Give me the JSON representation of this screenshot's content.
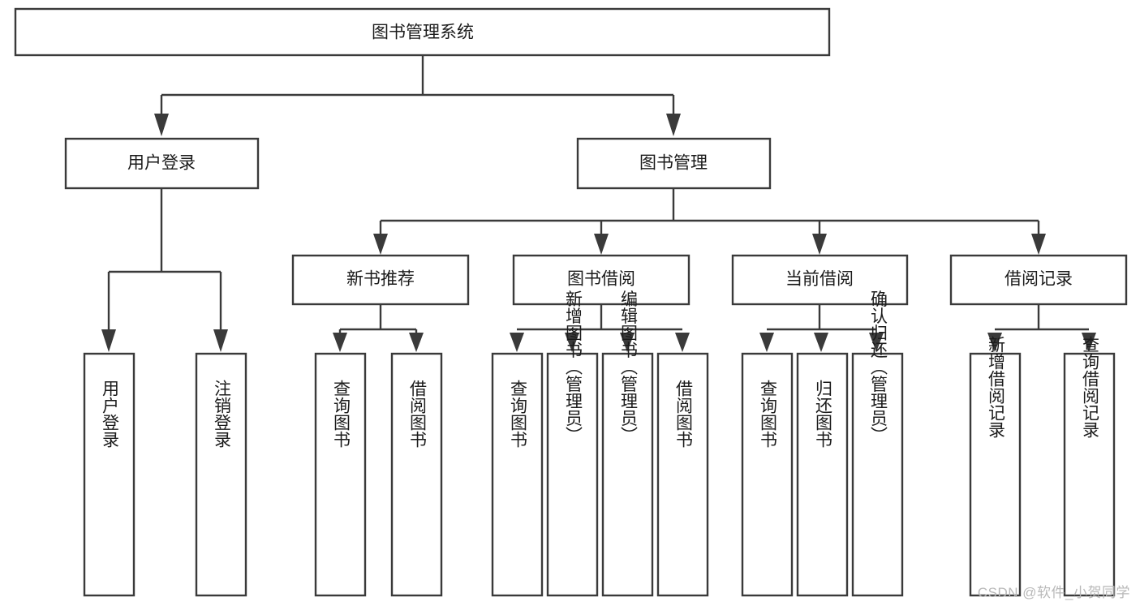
{
  "diagram": {
    "type": "tree-hierarchy-chart",
    "title": "图书管理系统",
    "watermark": "CSDN @软件_小贺同学",
    "colors": {
      "stroke": "#3a3a3a",
      "box_fill": "#ffffff",
      "text": "#1b1b1b",
      "background": "#ffffff",
      "watermark": "#b8b8b8"
    },
    "levels": {
      "root": {
        "label": "图书管理系统"
      },
      "level2": [
        {
          "label": "用户登录"
        },
        {
          "label": "图书管理"
        }
      ],
      "level3": [
        {
          "label": "新书推荐",
          "parent": "图书管理"
        },
        {
          "label": "图书借阅",
          "parent": "图书管理"
        },
        {
          "label": "当前借阅",
          "parent": "图书管理"
        },
        {
          "label": "借阅记录",
          "parent": "图书管理"
        }
      ],
      "leaves": [
        {
          "label": "用户登录",
          "parent": "用户登录"
        },
        {
          "label": "注销登录",
          "parent": "用户登录"
        },
        {
          "label": "查询图书",
          "parent": "新书推荐"
        },
        {
          "label": "借阅图书",
          "parent": "新书推荐"
        },
        {
          "label": "查询图书",
          "parent": "图书借阅"
        },
        {
          "label": "新增图书（管理员）",
          "parent": "图书借阅"
        },
        {
          "label": "编辑图书（管理员）",
          "parent": "图书借阅"
        },
        {
          "label": "借阅图书",
          "parent": "图书借阅"
        },
        {
          "label": "查询图书",
          "parent": "当前借阅"
        },
        {
          "label": "归还图书",
          "parent": "当前借阅"
        },
        {
          "label": "确认归还（管理员）",
          "parent": "当前借阅"
        },
        {
          "label": "新增借阅记录",
          "parent": "借阅记录"
        },
        {
          "label": "查询借阅记录",
          "parent": "借阅记录"
        }
      ]
    }
  }
}
